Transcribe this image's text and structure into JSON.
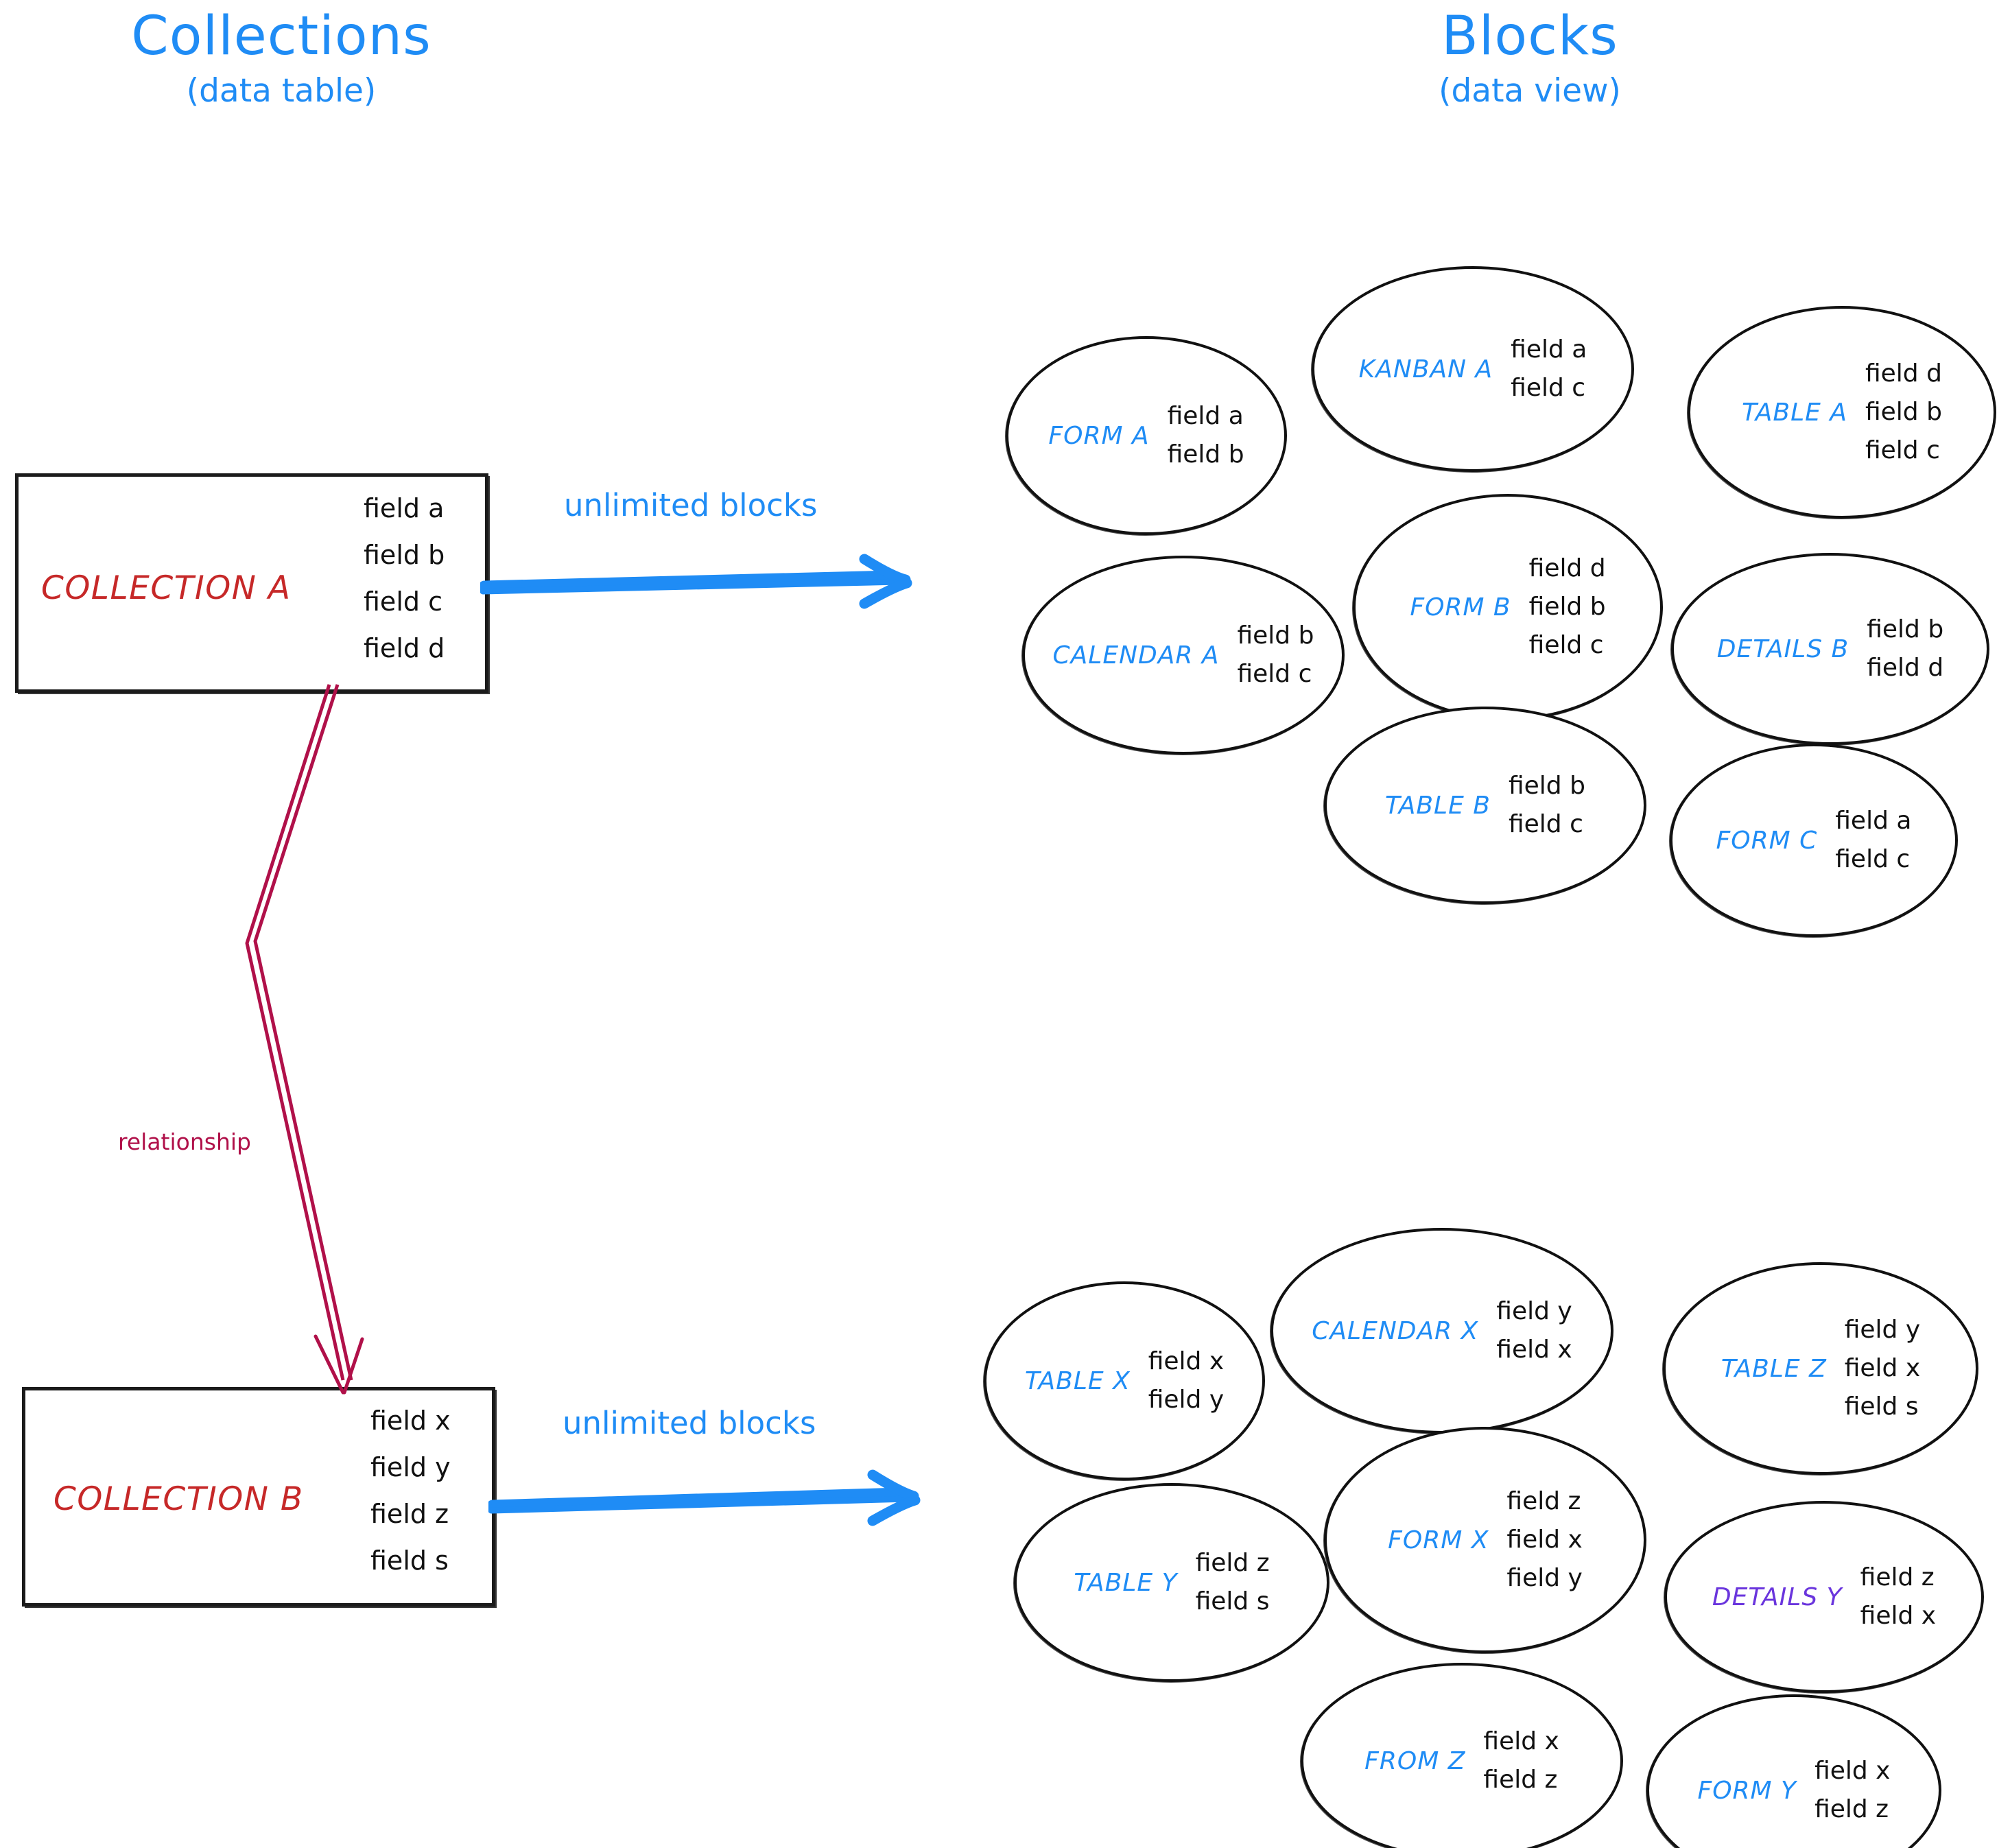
{
  "columns": {
    "left": {
      "title": "Collections",
      "subtitle": "(data table)"
    },
    "right": {
      "title": "Blocks",
      "subtitle": "(data view)"
    }
  },
  "colors": {
    "accent_blue": "#1f8cf5",
    "collection_red": "#c62828",
    "relationship_crimson": "#b01049",
    "details_purple": "#6a35dd",
    "ink_black": "#111111"
  },
  "collections": [
    {
      "name": "COLLECTION A",
      "fields": [
        "field a",
        "field b",
        "field c",
        "field d"
      ],
      "arrow_label": "unlimited blocks"
    },
    {
      "name": "COLLECTION B",
      "fields": [
        "field x",
        "field y",
        "field z",
        "field s"
      ],
      "arrow_label": "unlimited blocks"
    }
  ],
  "relationship": {
    "label": "relationship"
  },
  "block_groups": [
    {
      "source": "COLLECTION A",
      "blocks": [
        {
          "label": "FORM A",
          "fields": [
            "field a",
            "field b"
          ]
        },
        {
          "label": "KANBAN A",
          "fields": [
            "field a",
            "field c"
          ]
        },
        {
          "label": "TABLE A",
          "fields": [
            "field d",
            "field b",
            "field c"
          ]
        },
        {
          "label": "CALENDAR A",
          "fields": [
            "field b",
            "field c"
          ]
        },
        {
          "label": "FORM B",
          "fields": [
            "field d",
            "field b",
            "field c"
          ]
        },
        {
          "label": "DETAILS B",
          "fields": [
            "field b",
            "field d"
          ]
        },
        {
          "label": "TABLE B",
          "fields": [
            "field b",
            "field c"
          ]
        },
        {
          "label": "FORM C",
          "fields": [
            "field a",
            "field c"
          ]
        }
      ]
    },
    {
      "source": "COLLECTION B",
      "blocks": [
        {
          "label": "TABLE X",
          "fields": [
            "field x",
            "field y"
          ]
        },
        {
          "label": "CALENDAR X",
          "fields": [
            "field y",
            "field x"
          ]
        },
        {
          "label": "TABLE Z",
          "fields": [
            "field y",
            "field x",
            "field s"
          ]
        },
        {
          "label": "TABLE Y",
          "fields": [
            "field z",
            "field s"
          ]
        },
        {
          "label": "FORM X",
          "fields": [
            "field z",
            "field x",
            "field y"
          ]
        },
        {
          "label": "DETAILS Y",
          "fields": [
            "field z",
            "field x"
          ],
          "color": "purple"
        },
        {
          "label": "FROM Z",
          "fields": [
            "field x",
            "field z"
          ]
        },
        {
          "label": "FORM Y",
          "fields": [
            "field x",
            "field z"
          ]
        }
      ]
    }
  ]
}
